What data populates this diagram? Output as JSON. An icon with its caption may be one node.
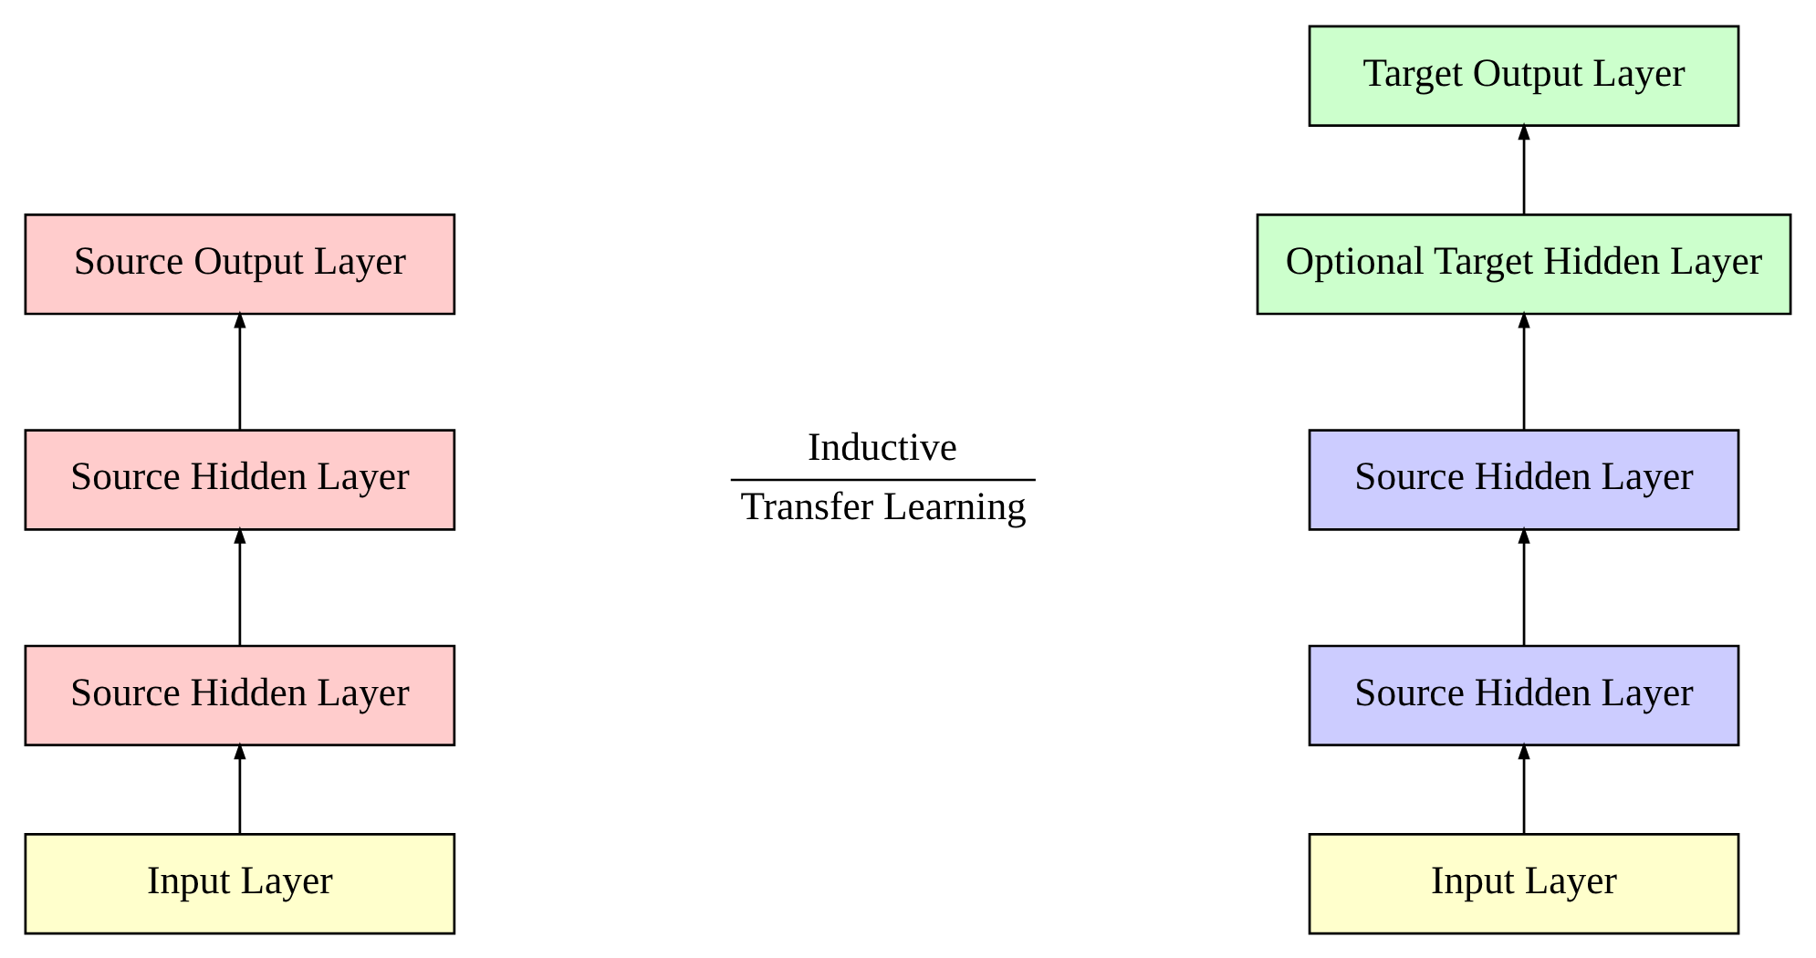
{
  "diagram": {
    "nodes": [
      {
        "text": [
          "Source Output Layer"
        ]
      },
      {
        "text": [
          "Source Hidden Layer"
        ]
      },
      {
        "text": [
          "Source Hidden Layer"
        ]
      },
      {
        "text": [
          "Input Layer"
        ]
      },
      {
        "text": [
          "Target Output Layer"
        ]
      },
      {
        "text": [
          "Optional Target Hidden Layer"
        ]
      },
      {
        "text": [
          "Source Hidden Layer"
        ]
      },
      {
        "text": [
          "Source Hidden Layer"
        ]
      },
      {
        "text": [
          "Input Layer"
        ]
      }
    ],
    "edges": [
      {
        "from": 3,
        "to": 2,
        "arrow": "to"
      },
      {
        "from": 2,
        "to": 1,
        "arrow": "to"
      },
      {
        "from": 1,
        "to": 0,
        "arrow": "to"
      },
      {
        "from": 8,
        "to": 7,
        "arrow": "to"
      },
      {
        "from": 7,
        "to": 6,
        "arrow": "to"
      },
      {
        "from": 6,
        "to": 5,
        "arrow": "to"
      },
      {
        "from": 5,
        "to": 4,
        "arrow": "to"
      }
    ],
    "labels": [
      "Inductive",
      "Transfer Learning"
    ]
  }
}
